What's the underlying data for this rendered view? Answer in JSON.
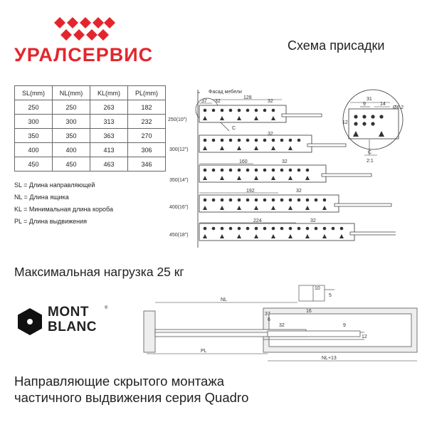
{
  "brand": {
    "name": "УРАЛСЕРВИС"
  },
  "header": {
    "title": "Схема присадки"
  },
  "table": {
    "columns": [
      "SL(mm)",
      "NL(mm)",
      "KL(mm)",
      "PL(mm)"
    ],
    "rows": [
      [
        "250",
        "250",
        "263",
        "182"
      ],
      [
        "300",
        "300",
        "313",
        "232"
      ],
      [
        "350",
        "350",
        "363",
        "270"
      ],
      [
        "400",
        "400",
        "413",
        "306"
      ],
      [
        "450",
        "450",
        "463",
        "346"
      ]
    ]
  },
  "legend": [
    "SL = Длина направляющей",
    "NL = Длина ящика",
    "KL = Минимальная длина короба",
    "PL = Длина выдвижения"
  ],
  "diagram": {
    "facade_label": "Фасад мебели",
    "row_sizes": [
      "250(10\")",
      "300(12\")",
      "350(14\")",
      "400(16\")",
      "450(18\")"
    ],
    "dims": {
      "d37": "37",
      "d32": "32",
      "d128": "128",
      "d160": "160",
      "d192": "192",
      "d224": "224",
      "c": "C"
    },
    "detail": {
      "d31": "31",
      "d9": "9",
      "d14": "14",
      "d12": "12",
      "d62": "Ø6.2",
      "c": "C",
      "scale": "2:1"
    }
  },
  "load": {
    "text": "Максимальная нагрузка 25 кг"
  },
  "montblanc": {
    "line1": "MONT",
    "line2": "BLANC",
    "reg": "®"
  },
  "side_view": {
    "nl": "NL",
    "pl": "PL",
    "nl13": "NL+13",
    "d37": "37",
    "d6": "6",
    "d32": "32",
    "d9": "9",
    "d16": "16",
    "d10": "10",
    "d5": "5",
    "d12": "12"
  },
  "description": {
    "line1": "Направляющие скрытого монтажа",
    "line2": "частичного выдвижения серия Quadro"
  },
  "colors": {
    "brand_red": "#e3262d",
    "text": "#222222",
    "line": "#333333"
  }
}
